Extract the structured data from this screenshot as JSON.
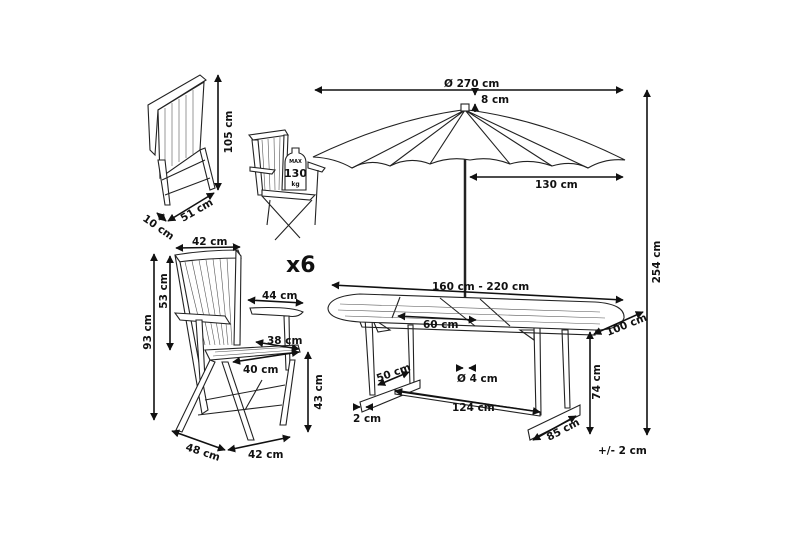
{
  "umbrella": {
    "diameter": "Ø 270 cm",
    "top": "8 cm",
    "radius": "130 cm"
  },
  "total_height": "254 cm",
  "table": {
    "length": "160 cm - 220 cm",
    "extension": "60 cm",
    "width": "100 cm",
    "height": "74 cm",
    "hole": "Ø 4 cm",
    "foot_depth": "50 cm",
    "base_length": "124 cm",
    "foot_thickness": "2 cm",
    "foot_length": "85 cm"
  },
  "tolerance": "+/- 2 cm",
  "folded_chair": {
    "height": "105 cm",
    "width": "51 cm",
    "depth": "10 cm"
  },
  "load_badge": {
    "max": "MAX",
    "value": "130",
    "unit": "kg"
  },
  "quantity": "x6",
  "chair": {
    "top_width": "42 cm",
    "total_height": "93 cm",
    "back_height": "53 cm",
    "arm_length": "44 cm",
    "seat_depth": "38 cm",
    "seat_width": "40 cm",
    "seat_height": "43 cm",
    "base_depth": "48 cm",
    "base_width": "42 cm"
  }
}
